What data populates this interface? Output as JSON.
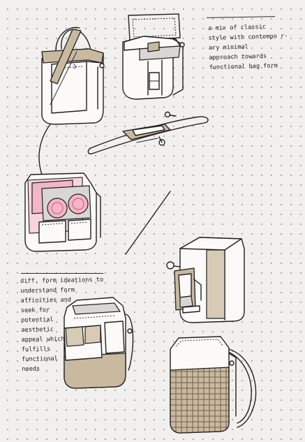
{
  "notes": {
    "top": "a mix of classic\nstyle with contempo r-\nary minimal\napproach towards\nfunctional bag form",
    "middle": "diff. form ideations to\nunderstand form\naffinities and\nseek for\npotential\naesthetic\nappeal which\nfulfills\nfunctional\nneeds"
  },
  "sketches": [
    "tote-backpack-sketch",
    "open-flap-backpack-sketch",
    "shoulder-strap-sketch",
    "open-organizer-bag-sketch",
    "flap-pocket-bag-sketch",
    "front-pocket-backpack-sketch",
    "woven-panel-messenger-sketch"
  ],
  "colors": {
    "paper": "#f1f0ee",
    "ink": "#202020",
    "tan_marker": "#c9b99f",
    "grey_marker": "#d9d7d4",
    "pink_marker": "#f3b6c6"
  }
}
